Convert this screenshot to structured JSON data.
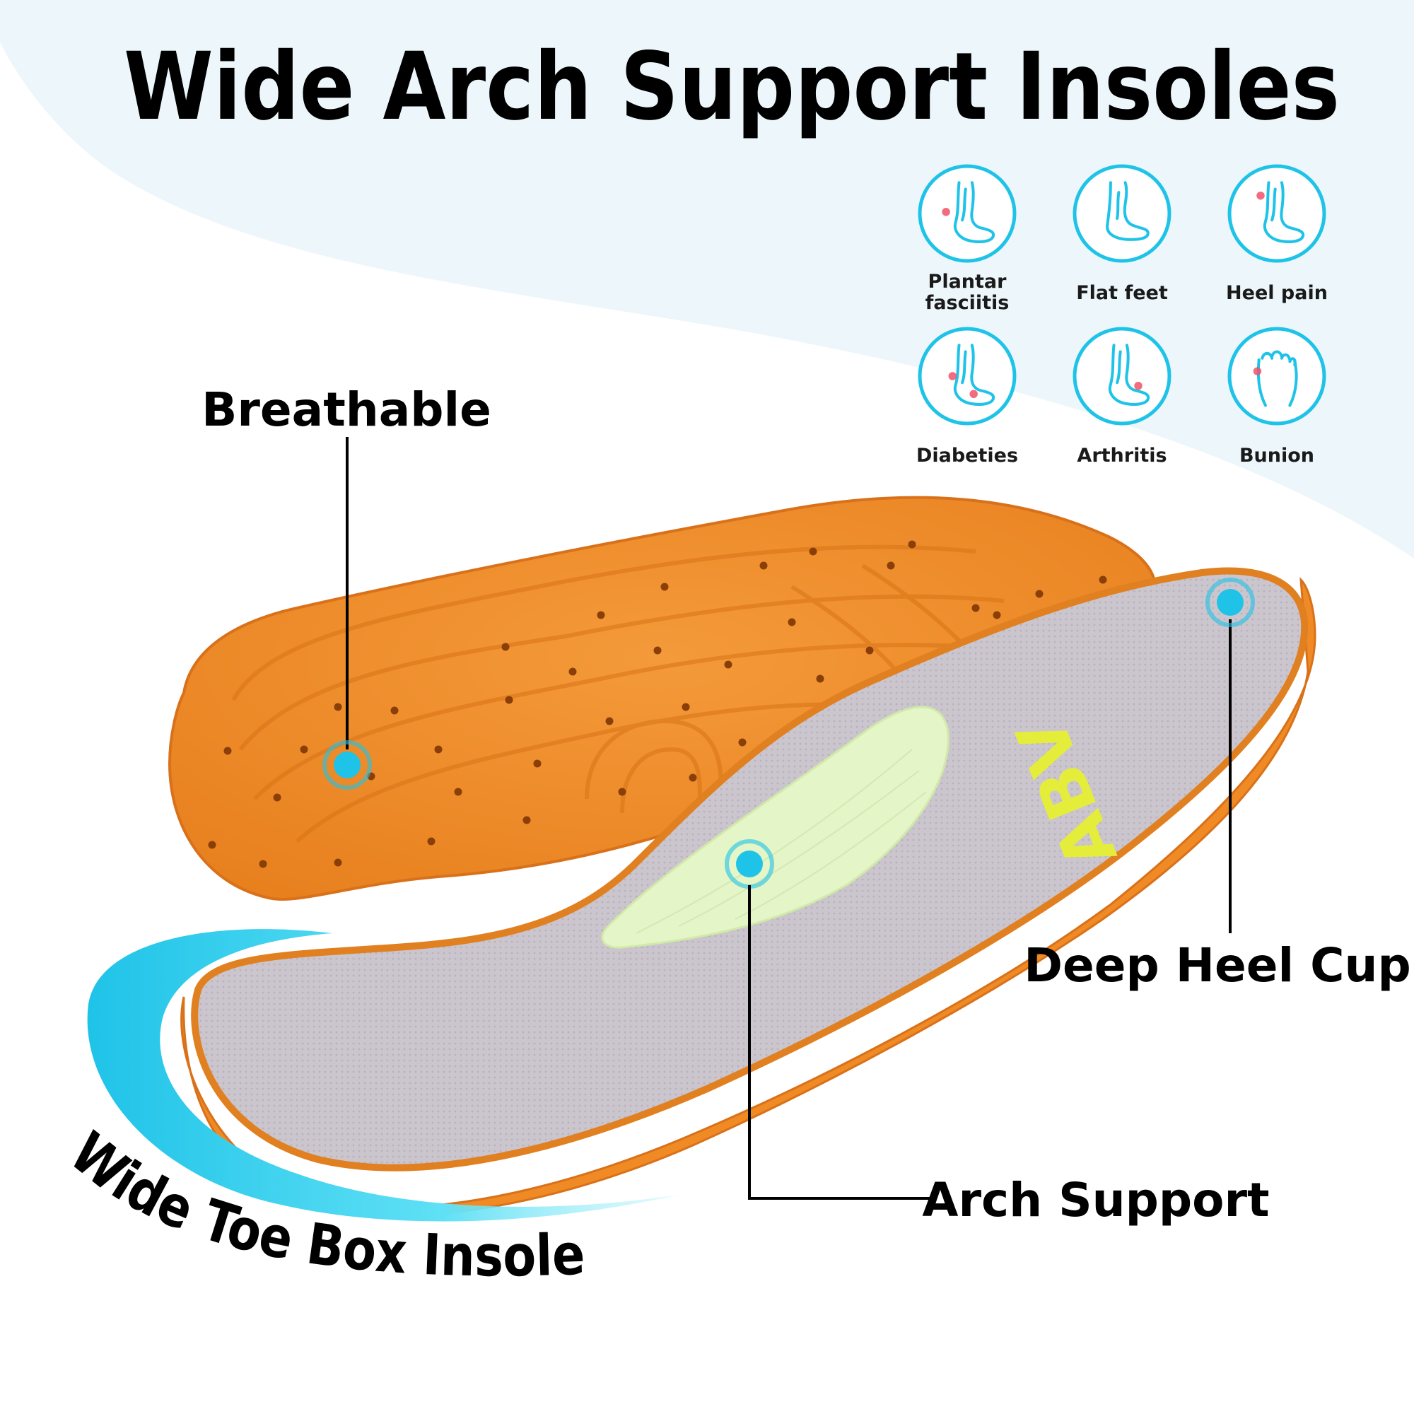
{
  "title": "Wide Arch Support Insoles",
  "conditions": [
    {
      "label_lines": [
        "Plantar",
        "fasciitis"
      ],
      "icon": "foot-side-heel-dot-icon"
    },
    {
      "label_lines": [
        "Flat feet"
      ],
      "icon": "flat-foot-icon"
    },
    {
      "label_lines": [
        "Heel pain"
      ],
      "icon": "heel-pain-foot-icon"
    },
    {
      "label_lines": [
        "Diabeties"
      ],
      "icon": "foot-two-dots-icon"
    },
    {
      "label_lines": [
        "Arthritis"
      ],
      "icon": "ankle-dot-foot-icon"
    },
    {
      "label_lines": [
        "Bunion"
      ],
      "icon": "foot-front-toes-icon"
    }
  ],
  "callouts": {
    "breathable": "Breathable",
    "deep_heel_cup": "Deep Heel Cup",
    "arch_support": "Arch Support"
  },
  "curved_caption": "Wide Toe Box Insole",
  "brand_mark": "ABV",
  "colors": {
    "accent_cyan": "#1fc3e8",
    "orange_foam": "#f08a24",
    "orange_dark": "#e07818",
    "top_fabric": "#c9c3cc",
    "arch_pad": "#e4f5c8",
    "bg_tint": "#edf7fb",
    "pain_dot": "#f0526a",
    "logo_yellow": "#e4ee3a"
  }
}
